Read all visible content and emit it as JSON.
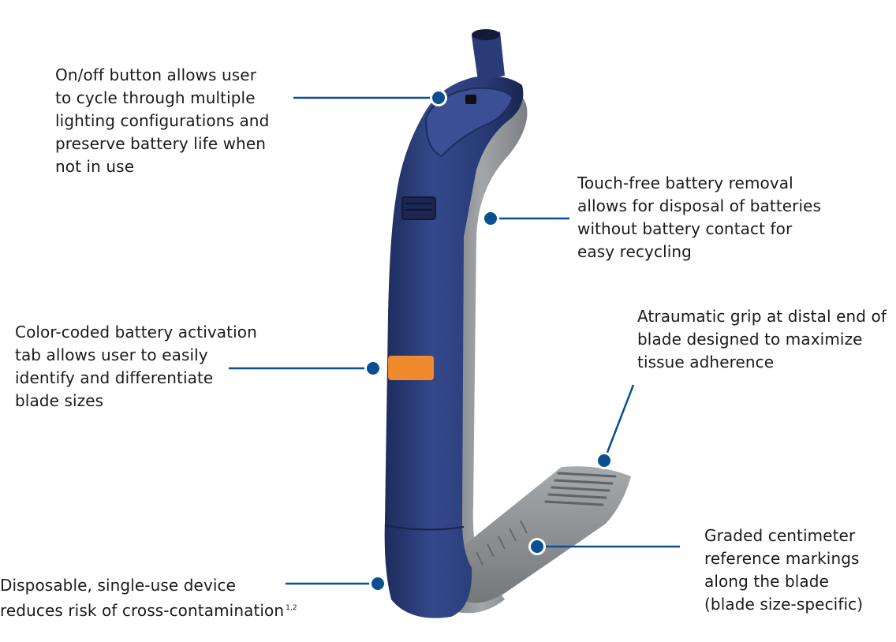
{
  "callouts": {
    "on_off": {
      "lines": [
        "On/off button allows user",
        "to cycle through multiple",
        "lighting configurations and",
        "preserve battery life when",
        "not in use"
      ]
    },
    "battery_removal": {
      "lines": [
        "Touch-free battery removal",
        "allows for disposal of batteries",
        "without battery contact for",
        "easy recycling"
      ]
    },
    "color_coded": {
      "lines": [
        "Color-coded battery activation",
        "tab allows user to easily",
        "identify and differentiate",
        "blade sizes"
      ]
    },
    "grip": {
      "lines": [
        "Atraumatic grip at distal end of",
        "blade designed to maximize",
        "tissue adherence"
      ]
    },
    "graded": {
      "lines": [
        "Graded centimeter",
        "reference markings",
        "along the blade",
        "(blade size-specific)"
      ]
    },
    "disposable": {
      "lines": [
        "Disposable, single-use device",
        "reduces risk of cross-contamination"
      ],
      "superscript": "1,2"
    }
  },
  "colors": {
    "leader_line": "#0a4f8f",
    "handle_navy": "#2b3f7a",
    "blade_gray": "#8d9194",
    "activation_tab": "#f08a2c"
  },
  "icons": {
    "callout_marker": "circle-dot-icon"
  }
}
